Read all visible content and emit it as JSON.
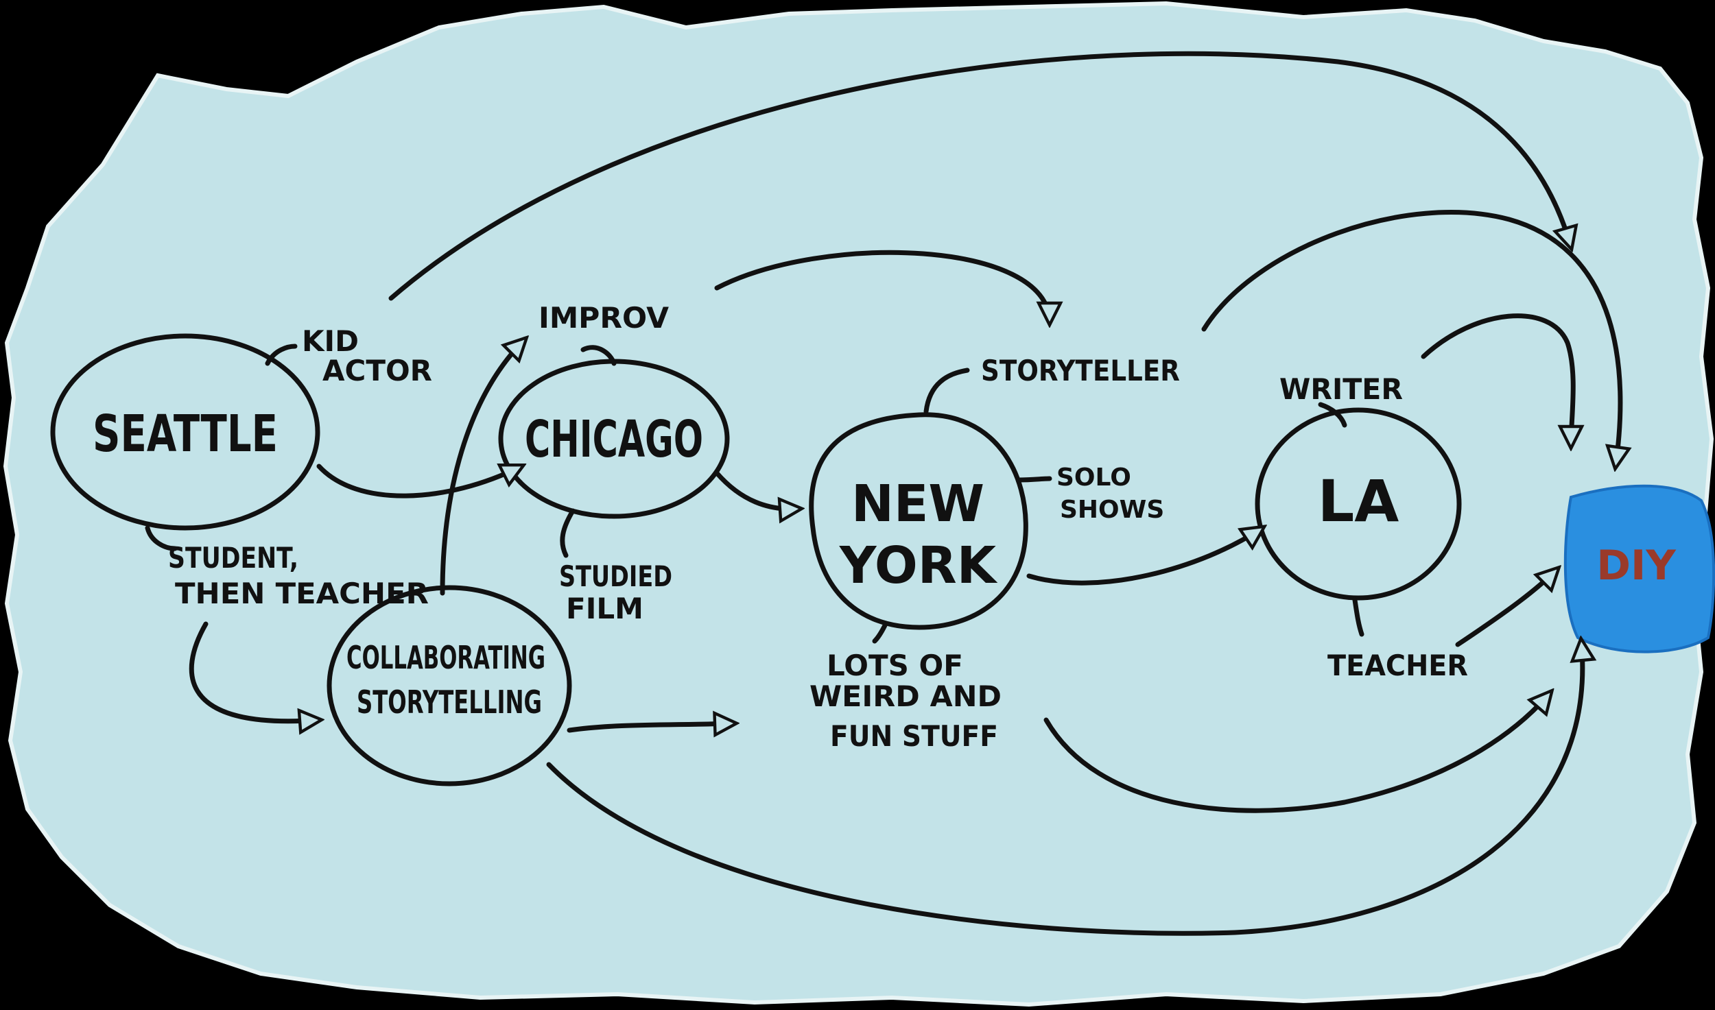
{
  "colors": {
    "paper": "#c3e3e8",
    "ink": "#111111",
    "background": "#000000",
    "tag": "#2a8fe0",
    "tag_text": "#9a3a2a"
  },
  "nodes": {
    "seattle": "SEATTLE",
    "chicago": "CHICAGO",
    "new_york_line1": "NEW",
    "new_york_line2": "YORK",
    "la": "LA",
    "collab_line1": "COLLABORATING",
    "collab_line2": "STORYTELLING",
    "diy": "DIY"
  },
  "labels": {
    "kid_actor_1": "KID",
    "kid_actor_2": "ACTOR",
    "improv": "IMPROV",
    "student_1": "STUDENT,",
    "student_2": "THEN TEACHER",
    "studied_film_1": "STUDIED",
    "studied_film_2": "FILM",
    "storyteller": "STORYTELLER",
    "solo_shows_1": "SOLO",
    "solo_shows_2": "SHOWS",
    "writer": "WRITER",
    "teacher": "TEACHER",
    "weird_1": "LOTS OF",
    "weird_2": "WEIRD AND",
    "weird_3": "FUN STUFF"
  }
}
